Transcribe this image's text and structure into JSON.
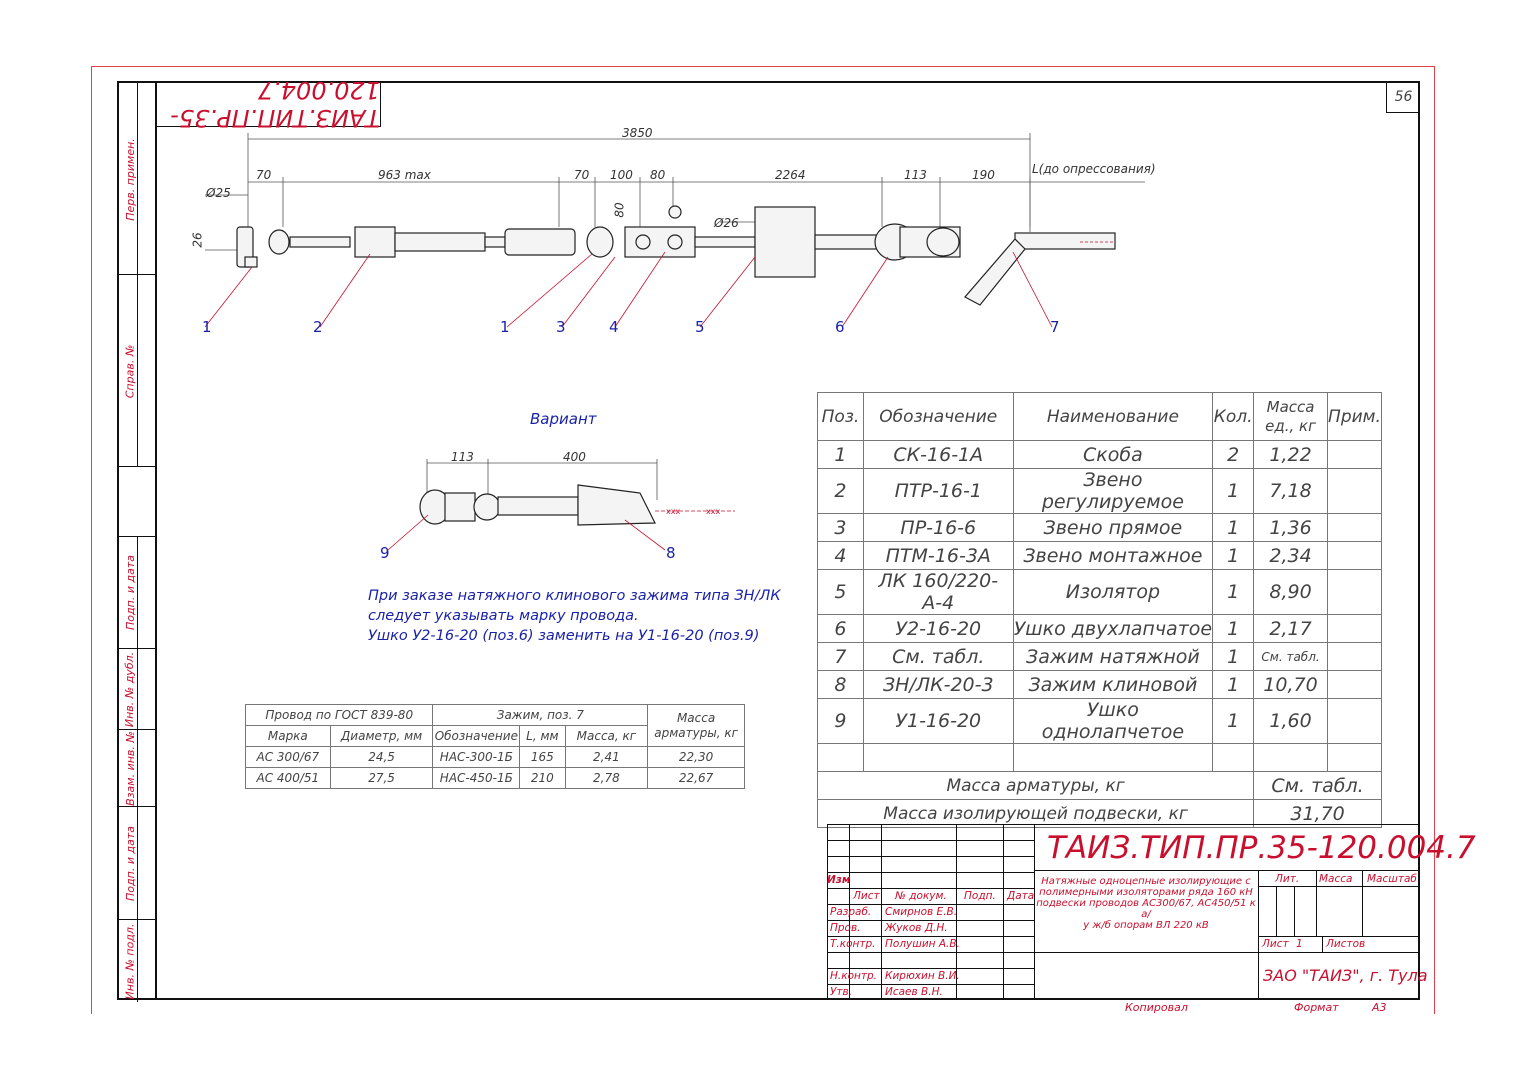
{
  "sheet_number": "56",
  "mirror_code": "ТАИЗ.ТИП.ПР.35-120.004.7",
  "side_labels": [
    "Перв. примен.",
    "Справ. №",
    "Подп. и дата",
    "Инв. № дубл.",
    "Взам. инв. №",
    "Подп. и дата",
    "Инв. № подл."
  ],
  "dimensions": {
    "total": "3850",
    "d70a": "70",
    "d963": "963 max",
    "d70b": "70",
    "d100": "100",
    "d80": "80",
    "d2264": "2264",
    "d113": "113",
    "d190": "190",
    "L": "L(до опрессования)",
    "phi25": "Ø25",
    "d26": "26",
    "d80v": "80",
    "phi26": "Ø26"
  },
  "callouts": [
    "1",
    "2",
    "1",
    "3",
    "4",
    "5",
    "6",
    "7"
  ],
  "variant": {
    "title": "Вариант",
    "d113": "113",
    "d400": "400",
    "callouts": [
      "9",
      "8"
    ],
    "marks": [
      "xxx",
      "xxx"
    ]
  },
  "note": [
    "При заказе натяжного клинового зажима типа ЗН/ЛК",
    "следует указывать марку провода.",
    "Ушко У2-16-20 (поз.6) заменить на У1-16-20 (поз.9)"
  ],
  "spec_table": {
    "headers": [
      "Поз.",
      "Обозначение",
      "Наименование",
      "Кол.",
      "Масса ед., кг",
      "Прим."
    ],
    "rows": [
      [
        "1",
        "СК-16-1А",
        "Скоба",
        "2",
        "1,22",
        ""
      ],
      [
        "2",
        "ПТР-16-1",
        "Звено регулируемое",
        "1",
        "7,18",
        ""
      ],
      [
        "3",
        "ПР-16-6",
        "Звено прямое",
        "1",
        "1,36",
        ""
      ],
      [
        "4",
        "ПТМ-16-3А",
        "Звено монтажное",
        "1",
        "2,34",
        ""
      ],
      [
        "5",
        "ЛК 160/220-А-4",
        "Изолятор",
        "1",
        "8,90",
        ""
      ],
      [
        "6",
        "У2-16-20",
        "Ушко двухлапчатое",
        "1",
        "2,17",
        ""
      ],
      [
        "7",
        "См. табл.",
        "Зажим натяжной",
        "1",
        "См. табл.",
        ""
      ],
      [
        "8",
        "ЗН/ЛК-20-3",
        "Зажим клиновой",
        "1",
        "10,70",
        ""
      ],
      [
        "9",
        "У1-16-20",
        "Ушко однолапчетое",
        "1",
        "1,60",
        ""
      ],
      [
        "",
        "",
        "",
        "",
        "",
        ""
      ]
    ],
    "totals": [
      {
        "label": "Масса арматуры, кг",
        "value": "См. табл."
      },
      {
        "label": "Масса изолирующей подвески, кг",
        "value": "31,70"
      }
    ]
  },
  "wire_table": {
    "group1": "Провод по ГОСТ 839-80",
    "group2": "Зажим, поз. 7",
    "group3": "Масса арматуры, кг",
    "sub": [
      "Марка",
      "Диаметр, мм",
      "Обозначение",
      "L, мм",
      "Масса, кг"
    ],
    "rows": [
      [
        "АС 300/67",
        "24,5",
        "НАС-300-1Б",
        "165",
        "2,41",
        "22,30"
      ],
      [
        "АС 400/51",
        "27,5",
        "НАС-450-1Б",
        "210",
        "2,78",
        "22,67"
      ]
    ]
  },
  "title_block": {
    "code": "ТАИЗ.ТИП.ПР.35-120.004.7",
    "description": [
      "Натяжные одноцепные изолирующие с",
      "полимерными изоляторами ряда 160 кН",
      "подвески проводов АС300/67, АС450/51 к а/",
      "у ж/б опорам ВЛ 220 кВ"
    ],
    "col_headers": [
      "Изм",
      "Лист",
      "№ докум.",
      "Подп.",
      "Дата"
    ],
    "roles": [
      {
        "role": "Разраб.",
        "name": "Смирнов Е.В."
      },
      {
        "role": "Пров.",
        "name": "Жуков Д.Н."
      },
      {
        "role": "Т.контр.",
        "name": "Полушин А.В."
      },
      {
        "role": "Н.контр.",
        "name": "Кирюхин В.И."
      },
      {
        "role": "Утв.",
        "name": "Исаев В.Н."
      }
    ],
    "lit": "Лит.",
    "mass": "Масса",
    "scale": "Масштаб",
    "sheet": "Лист",
    "sheet_num": "1",
    "sheets": "Листов",
    "org": "ЗАО \"ТАИЗ\", г. Тула"
  },
  "footer": {
    "copied": "Копировал",
    "format_label": "Формат",
    "format": "А3"
  }
}
